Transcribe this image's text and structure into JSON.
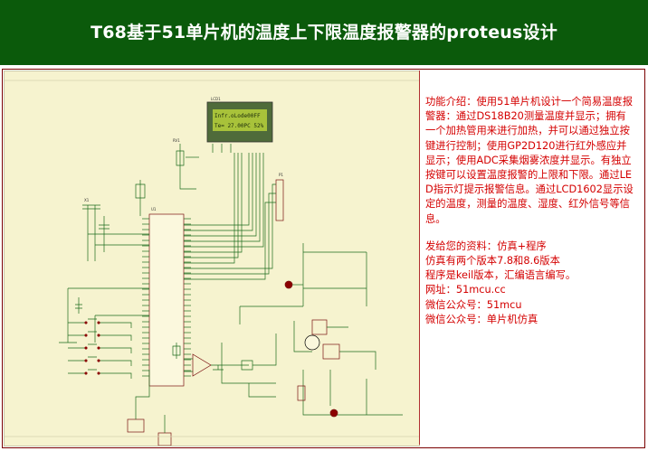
{
  "header": {
    "title": "T68基于51单片机的温度上下限温度报警器的proteus设计"
  },
  "lcd": {
    "line1": "Infr.oLode00FF",
    "line2": "Te= 27.00PC 52%"
  },
  "description": {
    "intro": "功能介绍：使用51单片机设计一个简易温度报警器：通过DS18B20测量温度并显示；拥有一个加热管用来进行加热，并可以通过独立按键进行控制；使用GP2D120进行红外感应并显示；使用ADC采集烟雾浓度并显示。有独立按键可以设置温度报警的上限和下限。通过LED指示灯提示报警信息。通过LCD1602显示设定的温度，测量的温度、湿度、红外信号等信息。",
    "lines": [
      "发给您的资料：仿真+程序",
      "仿真有两个版本7.8和8.6版本",
      "程序是keil版本，汇编语言编写。",
      "网址：51mcu.cc",
      "微信公众号：51mcu",
      "微信公众号：单片机仿真"
    ]
  },
  "colors": {
    "header_bg": "#0b5a0b",
    "header_text": "#ffffff",
    "desc_text": "#d40000",
    "schematic_bg": "#f6f3cf",
    "wire": "#1d6b1d",
    "component": "#7a1010"
  }
}
